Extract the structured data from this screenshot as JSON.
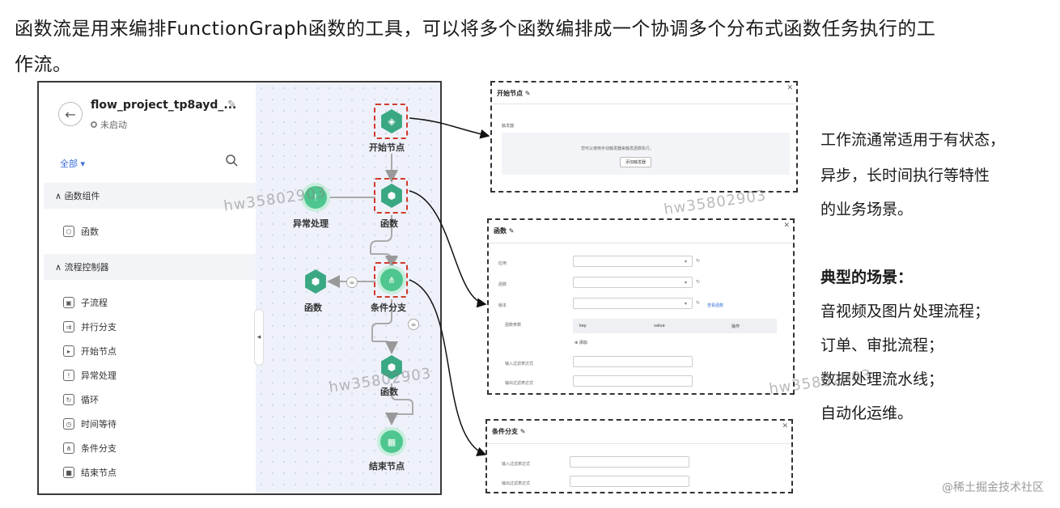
{
  "headline": {
    "line1": "函数流是用来编排FunctionGraph函数的工具，可以将多个函数编排成一个协调多个分布式函数任务执行的工",
    "line2": "作流。"
  },
  "sidebar": {
    "project_name": "flow_project_tp8ayd_...",
    "status": "未启动",
    "filter_label": "全部",
    "groups": [
      {
        "title": "函数组件",
        "items": [
          {
            "label": "函数",
            "icon": "function-icon"
          }
        ]
      },
      {
        "title": "流程控制器",
        "items": [
          {
            "label": "子流程",
            "icon": "subflow-icon"
          },
          {
            "label": "并行分支",
            "icon": "parallel-icon"
          },
          {
            "label": "开始节点",
            "icon": "start-node-icon"
          },
          {
            "label": "异常处理",
            "icon": "exception-icon"
          },
          {
            "label": "循环",
            "icon": "loop-icon"
          },
          {
            "label": "时间等待",
            "icon": "timer-icon"
          },
          {
            "label": "条件分支",
            "icon": "branch-icon"
          },
          {
            "label": "结束节点",
            "icon": "end-node-icon"
          }
        ]
      }
    ]
  },
  "canvas": {
    "nodes": {
      "start": "开始节点",
      "exception": "异常处理",
      "function1": "函数",
      "function2": "函数",
      "branch": "条件分支",
      "function3": "函数",
      "end": "结束节点"
    }
  },
  "panels": {
    "start": {
      "title": "开始节点",
      "trigger_label": "触发器",
      "hint": "您可以使用手动触发器来触发函数执行。",
      "add_button": "添加触发器"
    },
    "function": {
      "title": "函数",
      "app_label": "应用",
      "func_label": "函数",
      "version_label": "版本",
      "view_link": "查看函数",
      "params_label": "函数参数",
      "col_key": "key",
      "col_value": "value",
      "col_op": "操作",
      "add_label": "添加",
      "input_filter": "输入过滤表达式",
      "output_filter": "输出过滤表达式"
    },
    "branch": {
      "title": "条件分支",
      "input_filter": "输入过滤表达式",
      "output_filter": "输出过滤表达式"
    }
  },
  "side_notes": {
    "line1": "工作流通常适用于有状态，",
    "line2": "异步，长时间执行等特性",
    "line3": "的业务场景。",
    "typical_title": "典型的场景：",
    "scenario1": "音视频及图片处理流程；",
    "scenario2": "订单、审批流程；",
    "scenario3": "数据处理流水线；",
    "scenario4": "自动化运维。"
  },
  "watermarks": [
    "hw35802903",
    "hw35802903",
    "hw35802903",
    "hw35802903"
  ],
  "footer_mark": "@稀土掘金技术社区",
  "colors": {
    "node_green": "#3aa883",
    "highlight_red": "#d23a2a",
    "link_blue": "#3b6fd8"
  }
}
